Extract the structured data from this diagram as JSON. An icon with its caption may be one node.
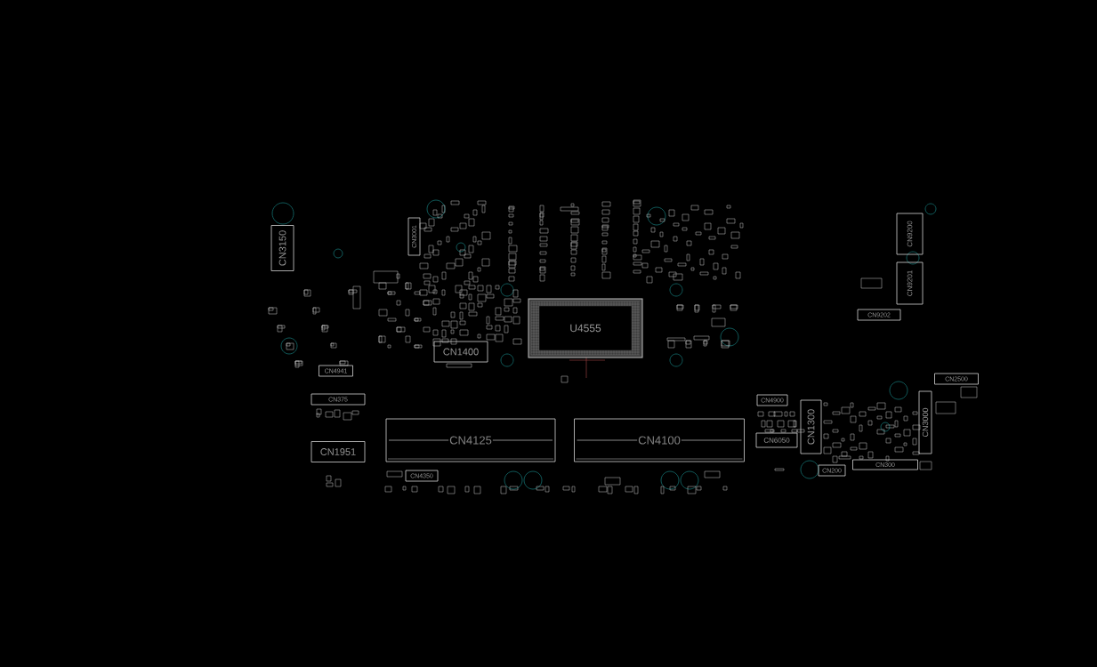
{
  "diagram": {
    "nodes": [
      {
        "text": [
          "CN3150"
        ]
      },
      {
        "text": [
          "CN3001"
        ]
      },
      {
        "text": [
          "CN4941"
        ]
      },
      {
        "text": [
          "CN1400"
        ]
      },
      {
        "text": [
          "U4555"
        ]
      },
      {
        "text": [
          "CN375"
        ]
      },
      {
        "text": [
          "CN1951"
        ]
      },
      {
        "text": [
          "CN4125"
        ]
      },
      {
        "text": [
          "CN4350"
        ]
      },
      {
        "text": [
          "CN4100"
        ]
      },
      {
        "text": [
          "CN4900"
        ]
      },
      {
        "text": [
          "CN6050"
        ]
      },
      {
        "text": [
          "CN1300"
        ]
      },
      {
        "text": [
          "CN200"
        ]
      },
      {
        "text": [
          "CN300"
        ]
      },
      {
        "text": [
          "CN3000"
        ]
      },
      {
        "text": [
          "CN2500"
        ]
      },
      {
        "text": [
          "CN9200"
        ]
      },
      {
        "text": [
          "CN9201"
        ]
      },
      {
        "text": [
          "CN9202"
        ]
      }
    ]
  }
}
